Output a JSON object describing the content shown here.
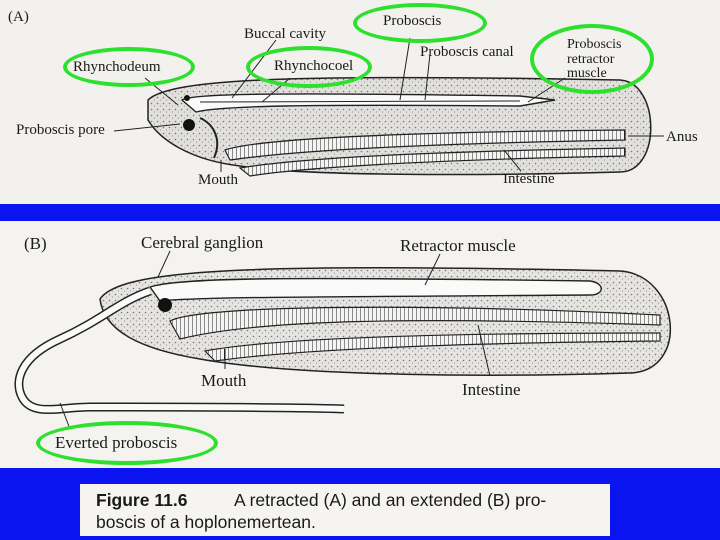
{
  "panel_a": {
    "tag": "(A)",
    "labels": {
      "buccal_cavity": "Buccal cavity",
      "proboscis": "Proboscis",
      "rhynchodeum": "Rhynchodeum",
      "rhynchocoel": "Rhynchocoel",
      "proboscis_canal": "Proboscis canal",
      "proboscis_retractor_muscle": "Proboscis\nretractor\nmuscle",
      "proboscis_pore": "Proboscis pore",
      "anus": "Anus",
      "mouth": "Mouth",
      "intestine": "Intestine"
    }
  },
  "panel_b": {
    "tag": "(B)",
    "labels": {
      "cerebral_ganglion": "Cerebral ganglion",
      "retractor_muscle": "Retractor muscle",
      "mouth": "Mouth",
      "intestine": "Intestine",
      "everted_proboscis": "Everted proboscis"
    }
  },
  "caption": {
    "figure": "Figure 11.6",
    "line1": "A retracted (A) and an extended (B) pro-",
    "line2": "boscis of a hoplonemertean."
  },
  "colors": {
    "background": "#0a14f0",
    "highlight_ring": "#2ee02e",
    "ink": "#1a1a1a"
  }
}
